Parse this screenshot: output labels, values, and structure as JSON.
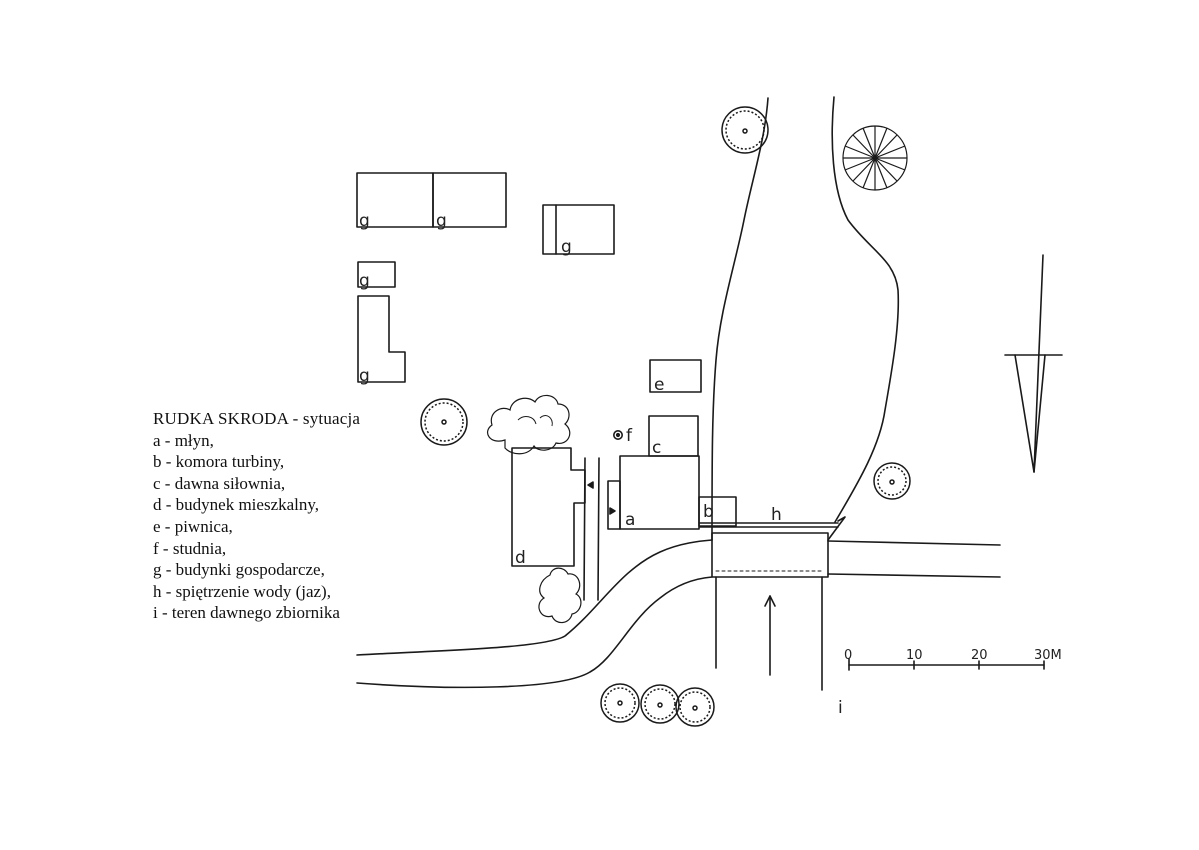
{
  "legend": {
    "title": "RUDKA  SKRODA - sytuacja",
    "items": [
      "a - młyn,",
      "b - komora turbiny,",
      "c - dawna siłownia,",
      "d - budynek mieszkalny,",
      "e - piwnica,",
      "f - studnia,",
      "g - budynki gospodarcze,",
      "h - spiętrzenie wody (jaz),",
      "i - teren dawnego zbiornika"
    ]
  },
  "labels": {
    "a": "a",
    "b": "b",
    "c": "c",
    "d": "d",
    "e": "e",
    "f": "f",
    "g": "g",
    "h": "h",
    "i": "i"
  },
  "scale_bar": {
    "ticks": [
      "0",
      "10",
      "20",
      "30M"
    ]
  },
  "colors": {
    "ink": "#1a1a1a",
    "paper": "#ffffff"
  }
}
